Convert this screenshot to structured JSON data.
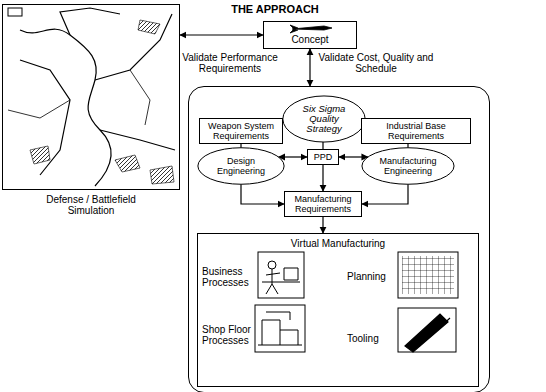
{
  "diagram": {
    "title": "THE APPROACH",
    "nodes": [
      {
        "text": [
          "Defense / Battlefield Simulation"
        ]
      },
      {
        "text": [
          "Concept"
        ]
      },
      {
        "text": []
      },
      {
        "text": [
          "Six Sigma Quality Strategy"
        ],
        "in": 2
      },
      {
        "text": [
          "Weapon System Requirements"
        ],
        "in": 2
      },
      {
        "text": [
          "Industrial Base Requirements"
        ],
        "in": 2
      },
      {
        "text": [
          "Design Engineering"
        ],
        "in": 2
      },
      {
        "text": [
          "PPD"
        ],
        "in": 2
      },
      {
        "text": [
          "Manufacturing Engineering"
        ],
        "in": 2
      },
      {
        "text": [
          "Manufacturing Requirements"
        ],
        "in": 2
      },
      {
        "text": [
          "Virtual Manufacturing"
        ],
        "in": 2
      },
      {
        "text": [
          "Business Processes"
        ],
        "in": 10
      },
      {
        "text": [
          "Planning"
        ],
        "in": 10
      },
      {
        "text": [
          "Shop Floor Processes"
        ],
        "in": 10
      },
      {
        "text": [
          "Tooling"
        ],
        "in": 10
      }
    ],
    "edges": [
      {
        "from": 0,
        "to": 1,
        "label": "Validate Performance Requirements",
        "arrow": "both"
      },
      {
        "from": 1,
        "to": 2,
        "label": "Validate Cost, Quality and Schedule",
        "arrow": "both"
      },
      {
        "from": 3,
        "to": 7,
        "arrow": "none"
      },
      {
        "from": 4,
        "to": 6,
        "arrow": "none"
      },
      {
        "from": 5,
        "to": 8,
        "arrow": "none"
      },
      {
        "from": 7,
        "to": 6,
        "arrow": "both"
      },
      {
        "from": 7,
        "to": 8,
        "arrow": "both"
      },
      {
        "from": 6,
        "to": 9,
        "arrow": "to"
      },
      {
        "from": 8,
        "to": 9,
        "arrow": "to"
      },
      {
        "from": 7,
        "to": 9,
        "arrow": "to"
      },
      {
        "from": 9,
        "to": 10,
        "arrow": "to"
      }
    ]
  }
}
